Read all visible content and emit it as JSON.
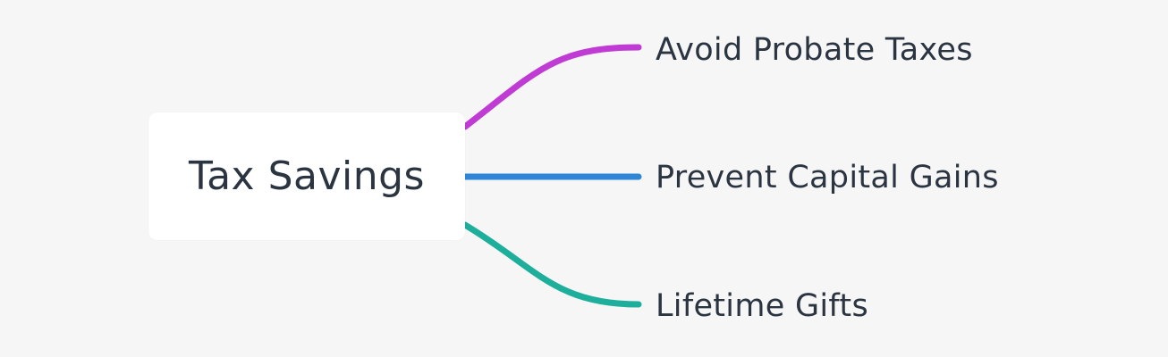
{
  "root": {
    "label": "Tax Savings"
  },
  "branches": [
    {
      "label": "Avoid Probate Taxes",
      "color": "#c03bd4"
    },
    {
      "label": "Prevent Capital Gains",
      "color": "#2f86d6"
    },
    {
      "label": "Lifetime Gifts",
      "color": "#1daf9c"
    }
  ]
}
